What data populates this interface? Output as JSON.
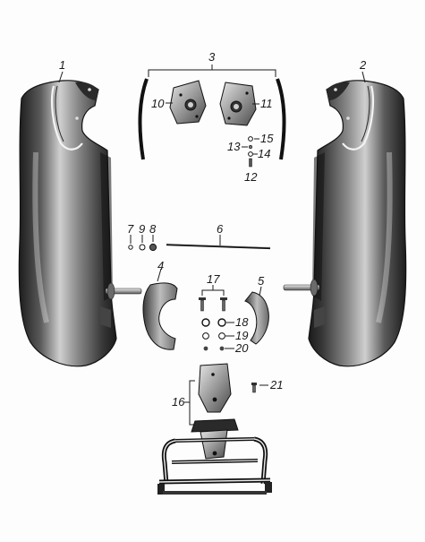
{
  "diagram": {
    "callouts": {
      "p1": "1",
      "p2": "2",
      "p3": "3",
      "p4": "4",
      "p5": "5",
      "p6": "6",
      "p7": "7",
      "p8": "8",
      "p9": "9",
      "p10": "10",
      "p11": "11",
      "p12": "12",
      "p13": "13",
      "p14": "14",
      "p15": "15",
      "p16": "16",
      "p17": "17",
      "p18": "18",
      "p19": "19",
      "p20": "20",
      "p21": "21"
    },
    "colors": {
      "metal_dark": "#1e1e1e",
      "metal_mid": "#6a6a6a",
      "metal_light": "#d8d8d8",
      "ink": "#1a1a1a"
    }
  }
}
